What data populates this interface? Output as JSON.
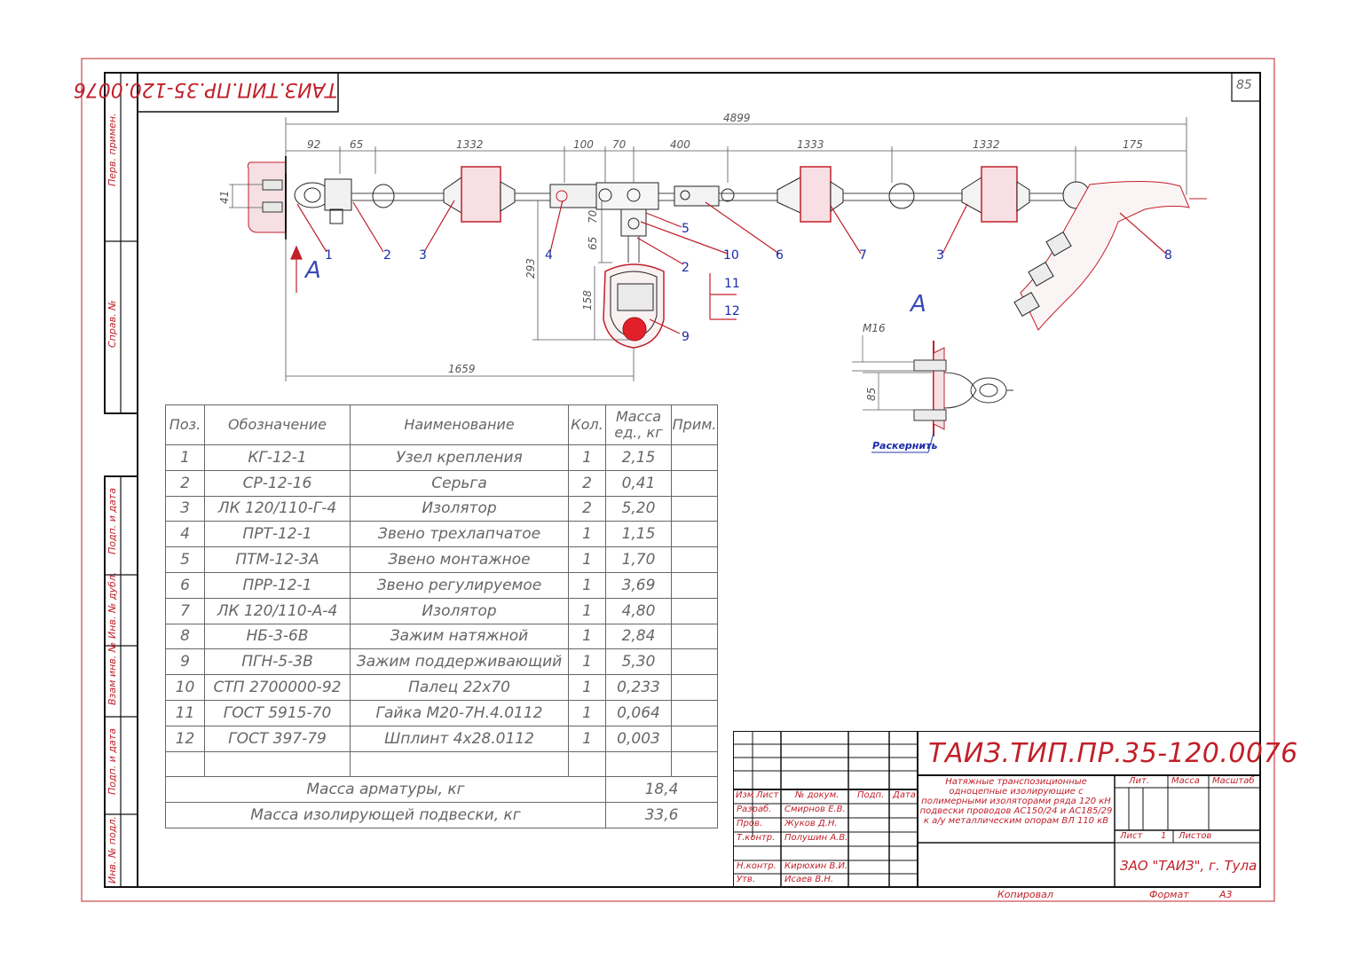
{
  "sheet_number": "85",
  "doc_code": "ТАИЗ.ТИП.ПР.35-120.0076",
  "doc_code_mirrored": "ТАИЗ.ТИП.ПР.35-120.0076",
  "side_labels": {
    "perv_primen": "Перв. примен.",
    "sprav": "Справ. №",
    "podp_data_1": "Подп. и дата",
    "inv_dubl": "Инв. № дубл.",
    "vzam_inv": "Взам инв. №",
    "podp_data_2": "Подп. и дата",
    "inv_podl": "Инв. № подл."
  },
  "dimensions": {
    "total": "4899",
    "d92": "92",
    "d65": "65",
    "d1332a": "1332",
    "d100": "100",
    "d70": "70",
    "d400": "400",
    "d1333": "1333",
    "d1332b": "1332",
    "d175": "175",
    "d41": "41",
    "d293": "293",
    "d65v": "65",
    "d70v": "70",
    "d158": "158",
    "d1659": "1659",
    "m16": "M16",
    "d85": "85"
  },
  "callouts": [
    "1",
    "2",
    "3",
    "4",
    "5",
    "2",
    "10",
    "6",
    "7",
    "3",
    "8",
    "11",
    "12",
    "9"
  ],
  "view_label": "A",
  "raskernit": "Раскернить",
  "bom": {
    "headers": {
      "pos": "Поз.",
      "designation": "Обозначение",
      "name": "Наименование",
      "qty": "Кол.",
      "mass_l1": "Масса",
      "mass_l2": "ед., кг",
      "note": "Прим."
    },
    "rows": [
      {
        "pos": "1",
        "designation": "КГ-12-1",
        "name": "Узел крепления",
        "qty": "1",
        "mass": "2,15"
      },
      {
        "pos": "2",
        "designation": "СР-12-16",
        "name": "Серьга",
        "qty": "2",
        "mass": "0,41"
      },
      {
        "pos": "3",
        "designation": "ЛК 120/110-Г-4",
        "name": "Изолятор",
        "qty": "2",
        "mass": "5,20"
      },
      {
        "pos": "4",
        "designation": "ПРТ-12-1",
        "name": "Звено трехлапчатое",
        "qty": "1",
        "mass": "1,15"
      },
      {
        "pos": "5",
        "designation": "ПТМ-12-3А",
        "name": "Звено монтажное",
        "qty": "1",
        "mass": "1,70"
      },
      {
        "pos": "6",
        "designation": "ПРР-12-1",
        "name": "Звено регулируемое",
        "qty": "1",
        "mass": "3,69"
      },
      {
        "pos": "7",
        "designation": "ЛК 120/110-А-4",
        "name": "Изолятор",
        "qty": "1",
        "mass": "4,80"
      },
      {
        "pos": "8",
        "designation": "НБ-3-6В",
        "name": "Зажим натяжной",
        "qty": "1",
        "mass": "2,84"
      },
      {
        "pos": "9",
        "designation": "ПГН-5-3В",
        "name": "Зажим поддерживающий",
        "qty": "1",
        "mass": "5,30"
      },
      {
        "pos": "10",
        "designation": "СТП 2700000-92",
        "name": "Палец 22х70",
        "qty": "1",
        "mass": "0,233"
      },
      {
        "pos": "11",
        "designation": "ГОСТ 5915-70",
        "name": "Гайка М20-7Н.4.0112",
        "qty": "1",
        "mass": "0,064"
      },
      {
        "pos": "12",
        "designation": "ГОСТ 397-79",
        "name": "Шплинт 4х28.0112",
        "qty": "1",
        "mass": "0,003"
      }
    ],
    "totals": [
      {
        "label": "Масса арматуры, кг",
        "value": "18,4"
      },
      {
        "label": "Масса изолирующей подвески, кг",
        "value": "33,6"
      }
    ]
  },
  "title_block": {
    "code": "ТАИЗ.ТИП.ПР.35-120.0076",
    "description": "Натяжные транспозиционные одноцепные изолирующие с полимерными изоляторами ряда 120 кН подвески проводов АС150/24 и АС185/29 к а/у металлическим опорам ВЛ 110 кВ",
    "col_izm": "Изм",
    "col_list": "Лист",
    "col_ndokum": "№ докум.",
    "col_podp": "Подп.",
    "col_data": "Дата",
    "razrab": "Разраб.",
    "razrab_name": "Смирнов Е.В.",
    "prov": "Пров.",
    "prov_name": "Жуков Д.Н.",
    "tkontr": "Т.контр.",
    "tkontr_name": "Полушин А.В.",
    "nkontr": "Н.контр.",
    "nkontr_name": "Кирюхин В.И.",
    "utv": "Утв.",
    "utv_name": "Исаев В.Н.",
    "lit": "Лит.",
    "massa": "Масса",
    "masshtab": "Масштаб",
    "list_label": "Лист",
    "list_value": "1",
    "listov": "Листов",
    "company": "ЗАО \"ТАИЗ\", г. Тула"
  },
  "footer": {
    "kopiroval": "Копировал",
    "format_label": "Формат",
    "format_value": "А3"
  }
}
